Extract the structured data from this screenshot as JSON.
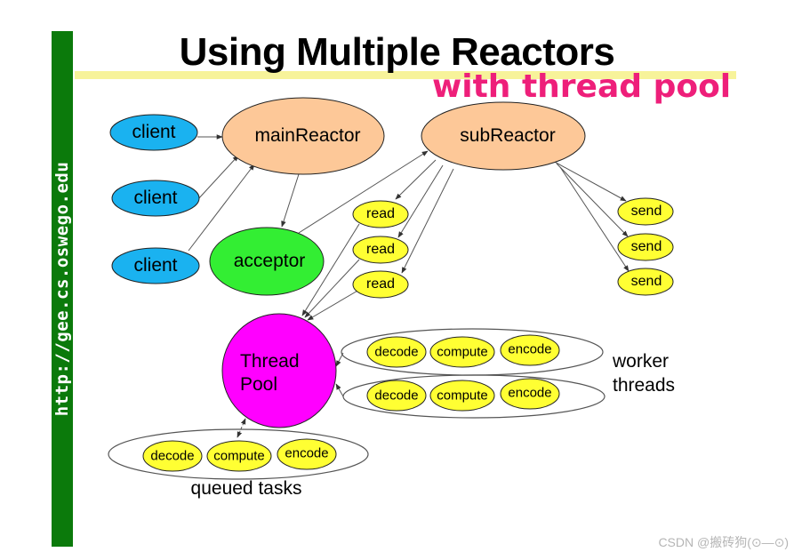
{
  "side_text": "http://gee.cs.oswego.edu",
  "title": "Using Multiple Reactors",
  "subtitle": "with thread pool",
  "nodes": {
    "client_1": "client",
    "client_2": "client",
    "client_3": "client",
    "main_reactor": "mainReactor",
    "sub_reactor": "subReactor",
    "acceptor": "acceptor",
    "read_1": "read",
    "read_2": "read",
    "read_3": "read",
    "send_1": "send",
    "send_2": "send",
    "send_3": "send",
    "thread_pool": "Thread Pool",
    "worker_1": {
      "decode": "decode",
      "compute": "compute",
      "encode": "encode"
    },
    "worker_2": {
      "decode": "decode",
      "compute": "compute",
      "encode": "encode"
    },
    "queued": {
      "decode": "decode",
      "compute": "compute",
      "encode": "encode"
    }
  },
  "labels": {
    "worker_threads": "worker threads",
    "queued_tasks": "queued tasks"
  },
  "colors": {
    "client": "#1ab2f0",
    "reactor": "#fdc898",
    "acceptor": "#33ee33",
    "task": "#ffff33",
    "thread_pool": "#ff00ff",
    "side_bar": "#0b7a0b",
    "subtitle": "#ee1f7a",
    "title_band": "#f7f39a"
  },
  "watermark": "CSDN @搬砖狗(⊙—⊙)"
}
